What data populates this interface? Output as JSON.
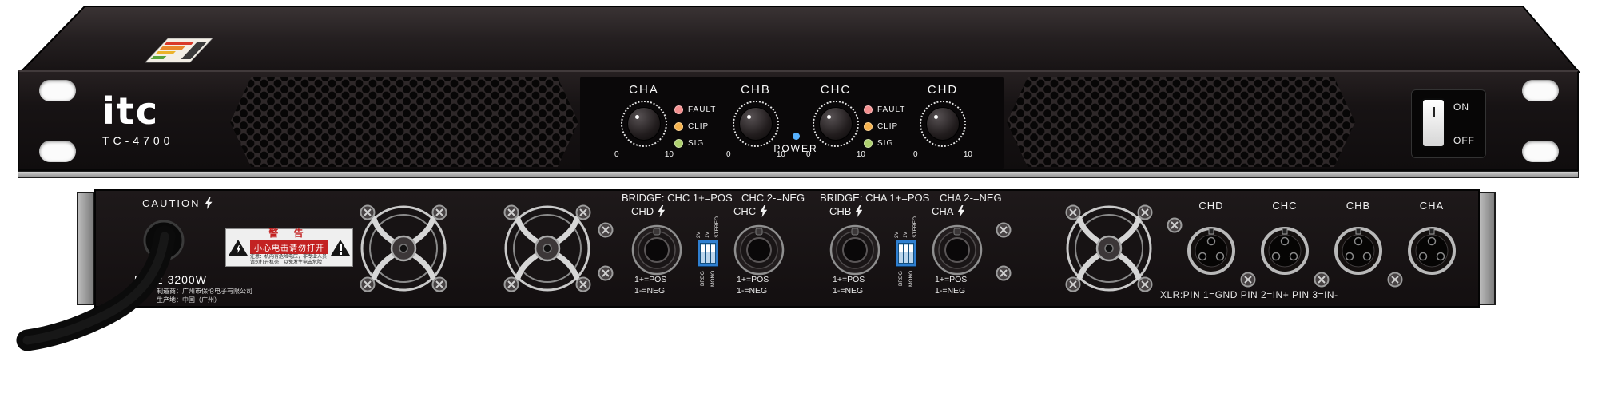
{
  "front": {
    "brand": "itc",
    "model": "TC-4700",
    "knobs": [
      {
        "label": "CHA",
        "min": "0",
        "max": "10"
      },
      {
        "label": "CHB",
        "min": "0",
        "max": "10"
      },
      {
        "label": "CHC",
        "min": "0",
        "max": "10"
      },
      {
        "label": "CHD",
        "min": "0",
        "max": "10"
      }
    ],
    "leds": [
      {
        "label": "FAULT",
        "color": "#f49090"
      },
      {
        "label": "CLIP",
        "color": "#f5b24e"
      },
      {
        "label": "SIG",
        "color": "#aed06e"
      }
    ],
    "power_label": "POWER",
    "power_led_color": "#57b1ff",
    "switch": {
      "on": "ON",
      "off": "OFF"
    }
  },
  "rear": {
    "caution": "CAUTION",
    "power_spec": "50Hz 3200W",
    "mfr_line1": "制造商：广州市保伦电子有限公司",
    "mfr_line2": "生产地：中国（广州）",
    "warning": {
      "title": "警 告",
      "subtitle": "小心电击请勿打开",
      "note": "注意：机内有危险电压，非专业人员请勿打开机壳，以免发生电击危险"
    },
    "bridge_left": {
      "part1": "BRIDGE: CHC 1+=POS",
      "part2": "CHC 2-=NEG"
    },
    "bridge_right": {
      "part1": "BRIDGE: CHA 1+=POS",
      "part2": "CHA 2-=NEG"
    },
    "speakon_channels": [
      "CHD",
      "CHC",
      "CHB",
      "CHA"
    ],
    "terminal_pos": "1+=POS",
    "terminal_neg": "1-=NEG",
    "dip": {
      "v2": "2V",
      "v1": "1V",
      "stereo": "STEREO",
      "bridge": "BRDG",
      "mono": "MONO"
    },
    "xlr_channels": [
      "CHD",
      "CHC",
      "CHB",
      "CHA"
    ],
    "xlr_note": "XLR:PIN 1=GND PIN 2=IN+ PIN 3=IN-"
  }
}
